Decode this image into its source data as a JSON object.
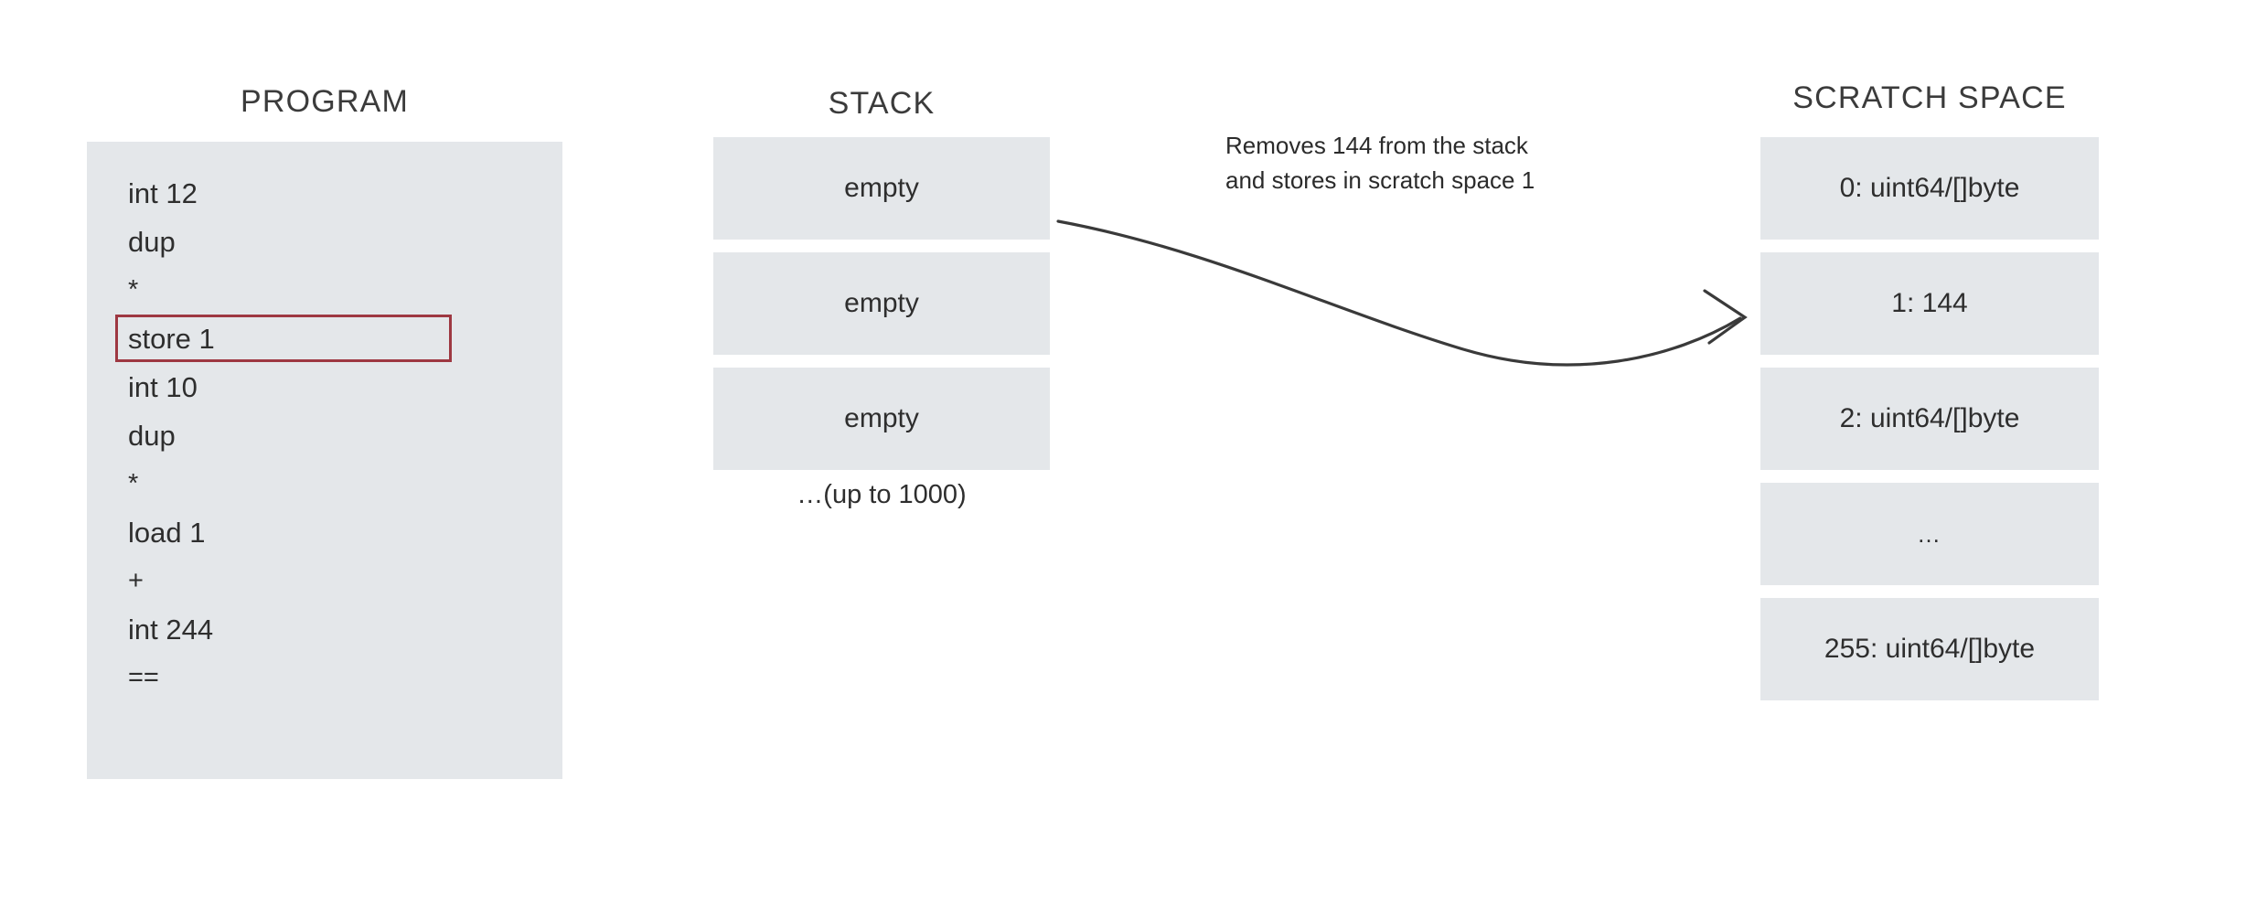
{
  "columns": {
    "program": {
      "title": "PROGRAM",
      "instructions": [
        "int 12",
        "dup",
        "*",
        "store 1",
        "int 10",
        "dup",
        "*",
        "load 1",
        "+",
        "int 244",
        "=="
      ],
      "highlighted_instruction": "store 1",
      "highlight_color": "#9e3842"
    },
    "stack": {
      "title": "STACK",
      "cells": [
        "empty",
        "empty",
        "empty"
      ],
      "footnote": "…(up to 1000)"
    },
    "scratch": {
      "title": "SCRATCH SPACE",
      "cells": [
        "0: uint64/[]byte",
        "1: 144",
        "2: uint64/[]byte",
        "…",
        "255: uint64/[]byte"
      ]
    }
  },
  "annotation": {
    "lines": [
      "Removes 144 from the stack",
      "and stores in scratch space 1"
    ]
  },
  "theme": {
    "cell_background": "#e4e7ea",
    "text_color": "#2e2e2e",
    "page_background": "#ffffff",
    "arrow_color": "#3a3a3a"
  }
}
